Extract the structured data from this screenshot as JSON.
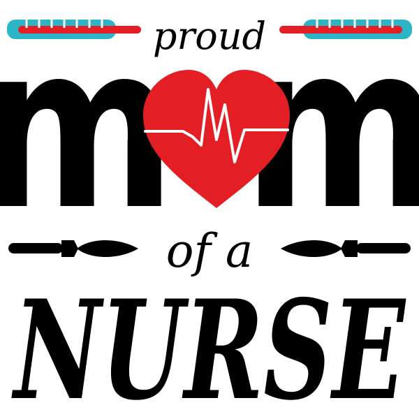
{
  "design": {
    "line1": "proud",
    "line2_left": "m",
    "line2_right": "m",
    "line3": "of a",
    "line4": "NURSE"
  },
  "colors": {
    "ink": "#000000",
    "heart": "#e31e24",
    "thermometer_body": "#2bb5c7",
    "thermometer_mercury": "#e31e24",
    "background": "#ffffff"
  },
  "icons": [
    "thermometer-icon",
    "heart-icon",
    "heartbeat-line-icon",
    "scalpel-icon"
  ]
}
